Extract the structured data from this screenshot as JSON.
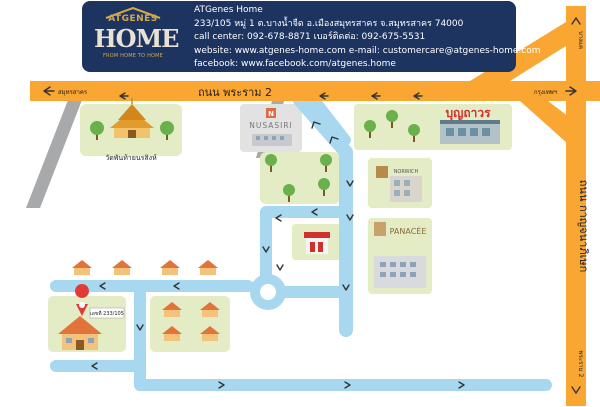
{
  "company": {
    "brand_top": "ATGENES",
    "brand_main": "HOME",
    "brand_tagline": "FROM HOME TO HOME",
    "name": "ATGenes Home",
    "address": "233/105 หมู่ 1 ต.บางน้ำจืด อ.เมืองสมุทรสาคร จ.สมุทรสาคร 74000",
    "call_center": "call center: 092-678-8871 เบอร์ติดต่อ: 092-675-5531",
    "web_email": "website: www.atgenes-home.com e-mail: customercare@atgenes-home.com",
    "facebook": "facebook: www.facebook.com/atgenes.home"
  },
  "roads": {
    "rama2": "ถนน พระราม 2",
    "bang_khae": "ถนน กาญจนาภิเษก",
    "to_samut_sakhon": "สมุทรสาคร",
    "to_bangkok": "กรุงเทพฯ",
    "to_bang_khae_top": "บางแค",
    "to_rama2_bottom": "พระราม 2"
  },
  "landmarks": {
    "temple": "วัดพันท้ายนรสิงห์",
    "nusasiri": "NUSASIRI",
    "boonthavorn": "บุญถาวร",
    "norwich": "NORWICH",
    "panacee": "PANACÉE",
    "house_label": "เลขที่ 233/105"
  },
  "colors": {
    "main_road": "#f9a632",
    "local_road": "#a7d8f0",
    "block": "#e4ecc6",
    "header": "#1d3360",
    "pin": "#e23a36"
  }
}
